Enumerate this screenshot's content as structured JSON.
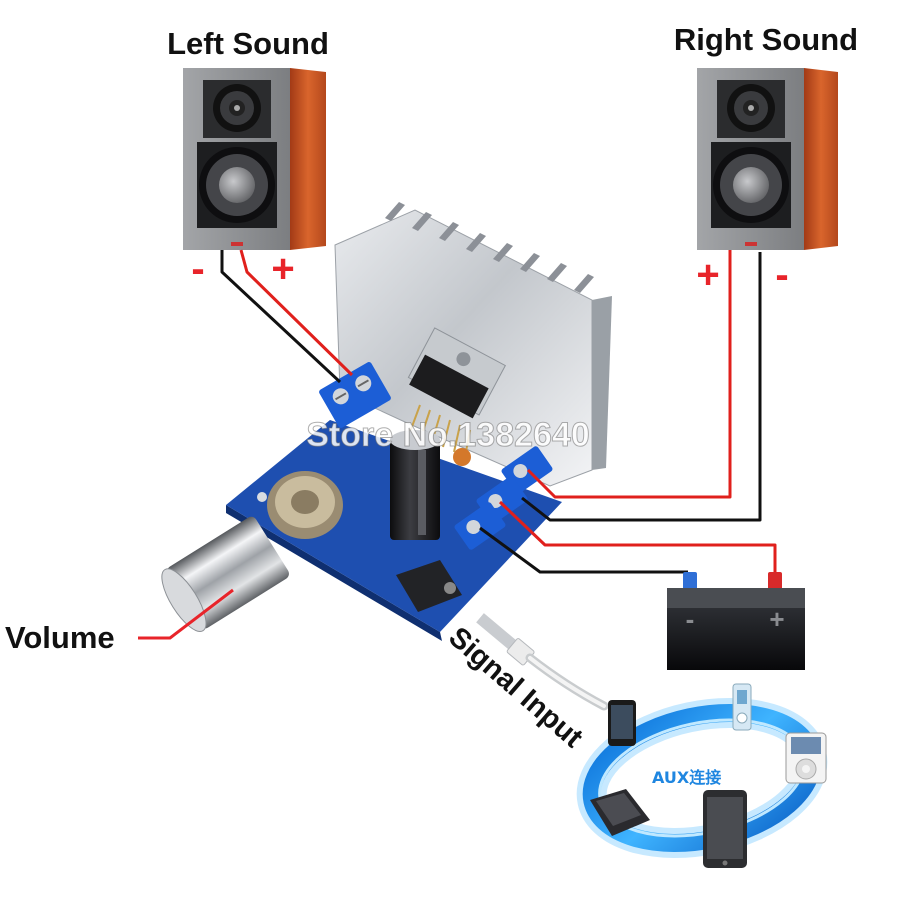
{
  "left_speaker": {
    "title": "Left Sound",
    "minus_label": "-",
    "plus_label": "+"
  },
  "right_speaker": {
    "title": "Right Sound",
    "plus_label": "+",
    "minus_label": "-"
  },
  "volume_label": "Volume",
  "signal_input_label": "Signal Input",
  "watermark": "Store No.1382640",
  "aux_label": "AUX连接",
  "battery": {
    "minus_label": "-",
    "plus_label": "+"
  },
  "colors": {
    "wire_red": "#e0201c",
    "wire_black": "#111111",
    "label_red": "#e8242a",
    "pcb_blue": "#1e4fb0",
    "terminal_blue": "#1c5ed6",
    "ring_blue": "#1a8fe8"
  }
}
